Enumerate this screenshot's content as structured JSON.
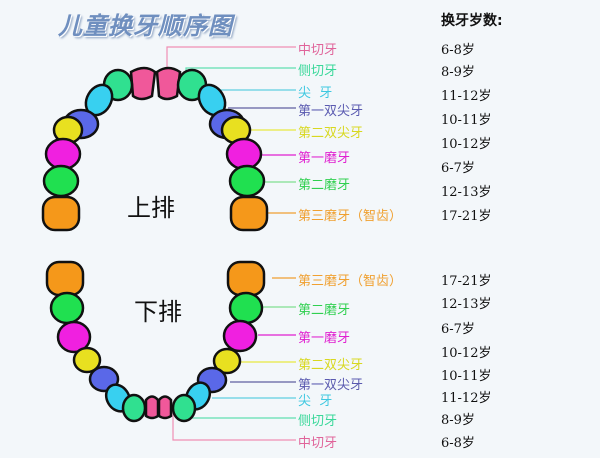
{
  "title": "儿童换牙顺序图",
  "age_header": "换牙岁数:",
  "upper": {
    "row_name": "上排",
    "labels": [
      {
        "name": "中切牙",
        "age": "6-8岁",
        "color": "#e0649a"
      },
      {
        "name": "侧切牙",
        "age": "8-9岁",
        "color": "#3ad89a"
      },
      {
        "name": "尖  牙",
        "age": "11-12岁",
        "color": "#3ec8e0"
      },
      {
        "name": "第一双尖牙",
        "age": "10-11岁",
        "color": "#5a5ab0"
      },
      {
        "name": "第二双尖牙",
        "age": "10-12岁",
        "color": "#e0e030"
      },
      {
        "name": "第一磨牙",
        "age": "6-7岁",
        "color": "#e020d0"
      },
      {
        "name": "第二磨牙",
        "age": "12-13岁",
        "color": "#30d050"
      },
      {
        "name": "第三磨牙（智齿）",
        "age": "17-21岁",
        "color": "#f0a030"
      }
    ]
  },
  "lower": {
    "row_name": "下排",
    "labels": [
      {
        "name": "第三磨牙（智齿）",
        "age": "17-21岁",
        "color": "#f0a030"
      },
      {
        "name": "第二磨牙",
        "age": "12-13岁",
        "color": "#30d050"
      },
      {
        "name": "第一磨牙",
        "age": "6-7岁",
        "color": "#e020d0"
      },
      {
        "name": "第二双尖牙",
        "age": "10-12岁",
        "color": "#e0e030"
      },
      {
        "name": "第一双尖牙",
        "age": "10-11岁",
        "color": "#5a5ab0"
      },
      {
        "name": "尖  牙",
        "age": "11-12岁",
        "color": "#3ec8e0"
      },
      {
        "name": "侧切牙",
        "age": "8-9岁",
        "color": "#3ad89a"
      },
      {
        "name": "中切牙",
        "age": "6-8岁",
        "color": "#e0649a"
      }
    ]
  },
  "tooth_colors": {
    "central_incisor": "#f0589a",
    "lateral_incisor": "#30e090",
    "canine": "#38d0f0",
    "first_premolar": "#5a68e8",
    "second_premolar": "#e8e020",
    "first_molar": "#f020e0",
    "second_molar": "#20e050",
    "third_molar": "#f5981a"
  }
}
